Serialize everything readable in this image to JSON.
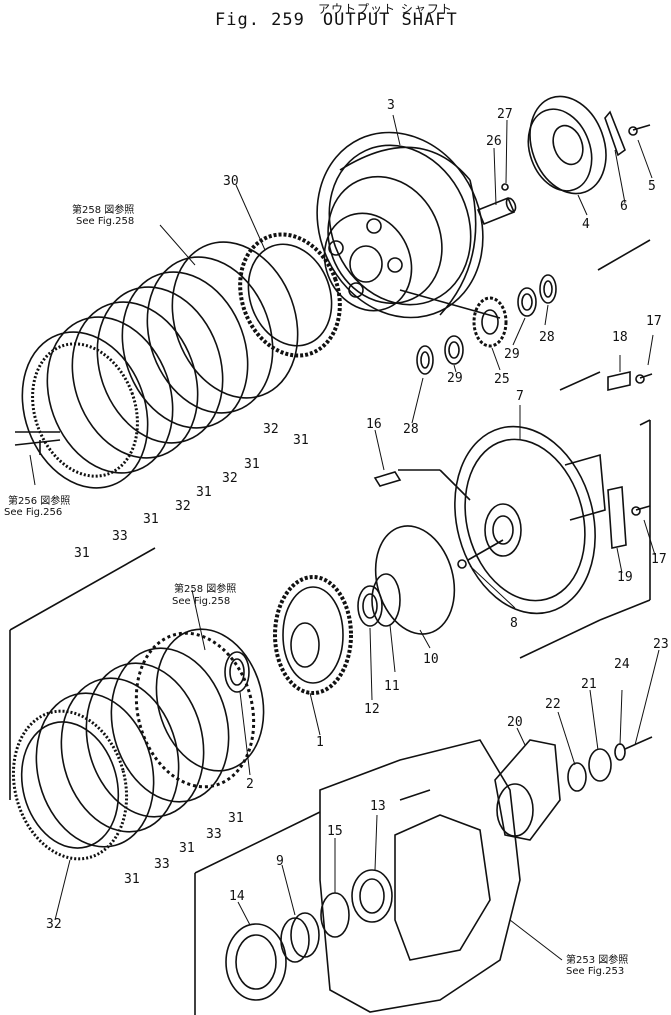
{
  "title_jp": "アウトプット シャフト",
  "title_fig": "Fig. 259",
  "title_name": "OUTPUT SHAFT",
  "callouts": [
    "1",
    "2",
    "3",
    "4",
    "5",
    "6",
    "7",
    "8",
    "9",
    "10",
    "11",
    "12",
    "13",
    "14",
    "15",
    "16",
    "17",
    "17",
    "18",
    "19",
    "20",
    "21",
    "22",
    "23",
    "24",
    "25",
    "26",
    "27",
    "28",
    "28",
    "29",
    "29",
    "30",
    "31",
    "31",
    "31",
    "31",
    "31",
    "31",
    "31",
    "31",
    "32",
    "32",
    "32",
    "32",
    "33",
    "33",
    "33"
  ],
  "references": [
    {
      "jp": "第258 図参照",
      "en": "See  Fig.258"
    },
    {
      "jp": "第256 図参照",
      "en": "See  Fig.256"
    },
    {
      "jp": "第258 図参照",
      "en": "See  Fig.258"
    },
    {
      "jp": "第253 図参照",
      "en": "See  Fig.253"
    }
  ]
}
